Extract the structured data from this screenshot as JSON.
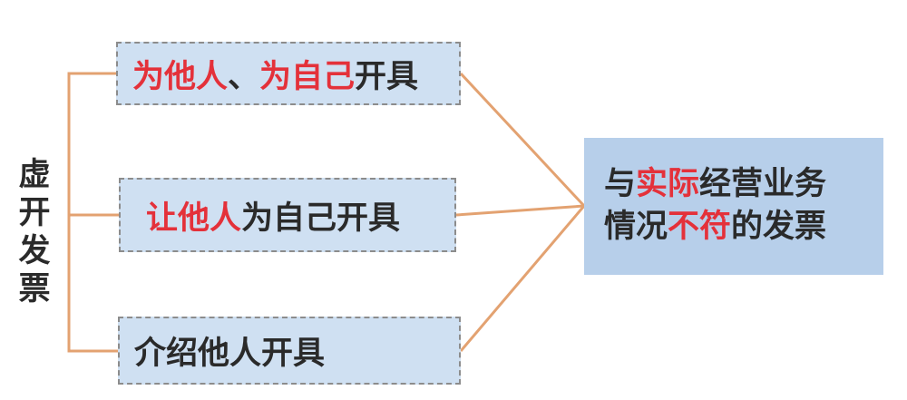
{
  "left_label": [
    "虚",
    "开",
    "发",
    "票"
  ],
  "branches": [
    {
      "segments": [
        {
          "text": "为他人",
          "color": "red"
        },
        {
          "text": "、",
          "color": "dark"
        },
        {
          "text": "为自己",
          "color": "red"
        },
        {
          "text": "开具",
          "color": "dark"
        }
      ]
    },
    {
      "segments": [
        {
          "text": "让他人",
          "color": "red"
        },
        {
          "text": "为自己开具",
          "color": "dark"
        }
      ]
    },
    {
      "segments": [
        {
          "text": "介绍他人开具",
          "color": "dark"
        }
      ]
    }
  ],
  "result": {
    "line1": [
      {
        "text": "与",
        "color": "dark"
      },
      {
        "text": "实际",
        "color": "red"
      },
      {
        "text": "经营业务",
        "color": "dark"
      }
    ],
    "line2": [
      {
        "text": "情况",
        "color": "dark"
      },
      {
        "text": "不符",
        "color": "red"
      },
      {
        "text": "的发票",
        "color": "dark"
      }
    ]
  },
  "colors": {
    "connector": "#e3a271",
    "box_fill": "#cfe0f2",
    "box_border": "#8c8c8c",
    "result_fill": "#b7cfea",
    "highlight": "#e4313a",
    "text": "#2a2a2a"
  }
}
